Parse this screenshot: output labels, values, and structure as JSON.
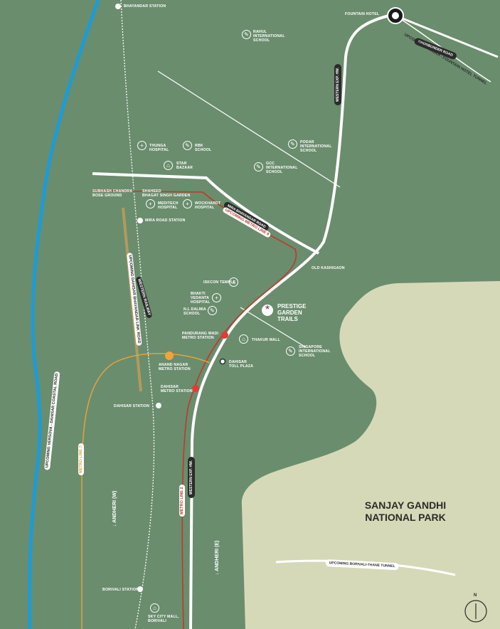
{
  "park": {
    "name_l1": "SANJAY GANDHI",
    "name_l2": "NATIONAL PARK"
  },
  "project": {
    "l1": "PRESTIGE",
    "l2": "GARDEN",
    "l3": "TRAILS",
    "color": "#8e1b5a"
  },
  "stations": {
    "bhayandar": "BHAYANDAR STATION",
    "mira": "MIRA ROAD STATION",
    "dahisar": "DAHISAR STATION",
    "borivali": "BORIVALI STATION"
  },
  "metro": {
    "pandurang": "PANDURANG WADI\nMETRO STATION",
    "anand": "ANAND NAGAR\nMETRO STATION",
    "dahisar": "DAHISAR\nMETRO STATION"
  },
  "places": {
    "fountain": "FOUNTAIN HOTEL",
    "rahul": "RAHUL\nINTERNATIONAL\nSCHOOL",
    "thunga": "THUNGA\nHOSPITAL",
    "rbk": "RBK\nSCHOOL",
    "podar": "PODAR\nINTERNATIONAL\nSCHOOL",
    "star": "STAR\nBAZAAR",
    "gcc": "GCC\nINTERNATIONAL\nSCHOOL",
    "subhash": "SUBHASH CHANDRA\nBOSE GROUND",
    "shaheed": "SHAHEED\nBHAGAT SINGH GARDEN",
    "meditech": "MEDITECH\nHOSPITAL",
    "wockhardt": "WOCKHARDT\nHOSPITAL",
    "oldkashi": "OLD KASHIGAON",
    "iskcon": "ISKCON TEMPLE",
    "bhakti": "BHAKTI\nVEDANTA\nHOSPITAL",
    "nl": "N.L DALMIA\nSCHOOL",
    "thakur": "THAKUR MALL",
    "singapore": "SINGAPORE\nINTERNATIONAL\nSCHOOL",
    "toll": "DAHISAR\nTOLL PLAZA",
    "skycity": "SKY CITY MALL,\nBORIVALI"
  },
  "roads": {
    "ghodbunder": "GHODBUNDER ROAD",
    "tunnel_fountain": "UPCOMING GAIMUKH - FOUNTAIN HOTEL TUNNEL",
    "weh": "WESTERN EXP. HW.",
    "mira_bhay": "MIRA BHAYANDAR ROAD",
    "metro9": "UPCOMING METRO LINE 9",
    "western_rly": "WESTERN RAILWAY",
    "dahisar_link": "UPCOMING DAHISAR BHAYANDAR LINK ROAD",
    "coastal": "UPCOMING VERSOVA - DAHISAR COASTAL ROAD",
    "metro2": "METRO LINE 2",
    "metro7": "METRO LINE 7",
    "andheri_w": "ANDHERI (W)",
    "andheri_e": "ANDHERI (E)",
    "borivali_tunnel": "UPCOMING BORIVALI-THANE TUNNEL"
  },
  "compass": "N",
  "colors": {
    "bg": "#6a8d6d",
    "park": "#d6d9b7",
    "coastal": "#1e9bd7",
    "metro_red": "#c0392b",
    "metro_yellow": "#e4a43a",
    "link_road": "#b39a5e",
    "road": "#ffffff",
    "text_dark": "#2b2b2b"
  }
}
